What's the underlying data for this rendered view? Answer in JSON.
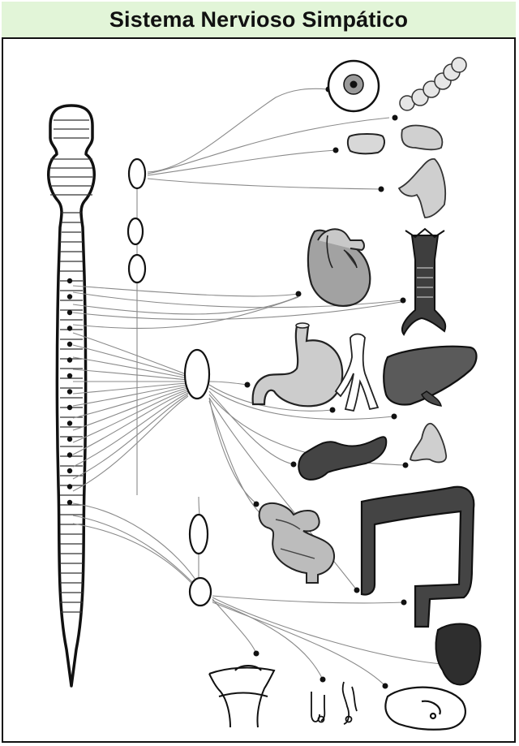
{
  "title": "Sistema Nervioso Simpático",
  "colors": {
    "header_bg": "#e2f5d8",
    "border": "#111111",
    "nerve_line": "#8a8a8a",
    "organ_light": "#cfcfcf",
    "organ_mid": "#9a9a9a",
    "organ_dark": "#3a3a3a"
  },
  "spinal_cord": {
    "marked_segments": 15
  },
  "ganglia": [
    "superior-cervical-ganglion",
    "middle-cervical-ganglion",
    "inferior-cervical-ganglion",
    "celiac-ganglion",
    "superior-mesenteric-ganglion",
    "inferior-mesenteric-ganglion"
  ],
  "organs": [
    "eye",
    "lacrimal-glands",
    "salivary-gland",
    "parotid-gland",
    "heart",
    "trachea-lungs",
    "stomach",
    "blood-vessels",
    "liver",
    "pancreas",
    "gallbladder",
    "small-intestine",
    "large-intestine",
    "kidney",
    "bladder",
    "genitals",
    "uterus"
  ]
}
